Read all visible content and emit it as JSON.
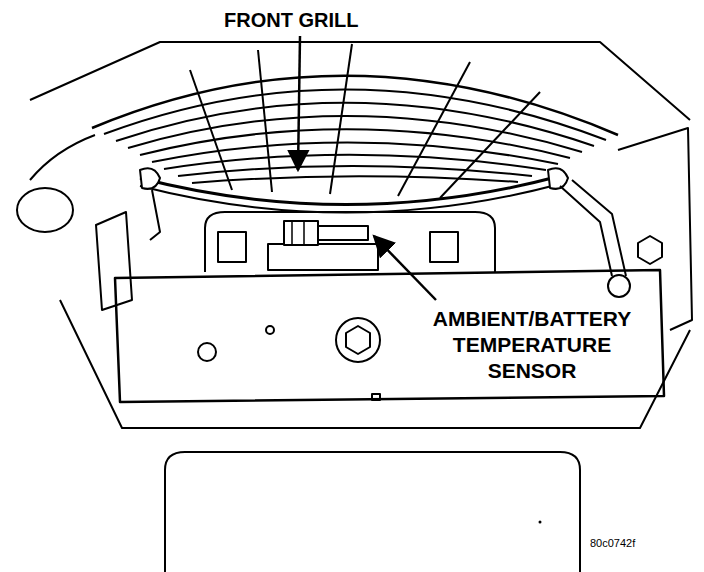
{
  "diagram": {
    "labels": [
      "FRONT GRILL",
      "AMBIENT/BATTERY TEMPERATURE SENSOR",
      "80c0742f"
    ]
  }
}
